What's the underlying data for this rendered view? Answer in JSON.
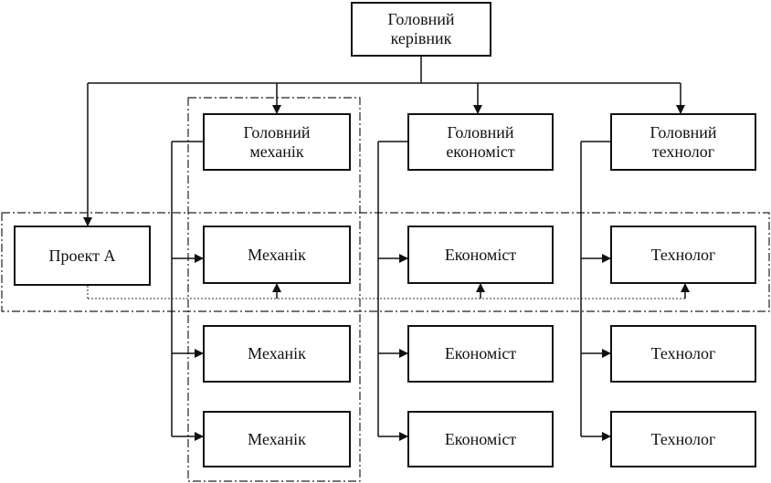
{
  "top": {
    "line1": "Головний",
    "line2": "керівник"
  },
  "heads": [
    {
      "line1": "Головний",
      "line2": "механік"
    },
    {
      "line1": "Головний",
      "line2": "економіст"
    },
    {
      "line1": "Головний",
      "line2": "технолог"
    }
  ],
  "project": "Проект А",
  "workers": {
    "mechanic": [
      "Механік",
      "Механік",
      "Механік"
    ],
    "economist": [
      "Економіст",
      "Економіст",
      "Економіст"
    ],
    "technologist": [
      "Технолог",
      "Технолог",
      "Технолог"
    ]
  }
}
